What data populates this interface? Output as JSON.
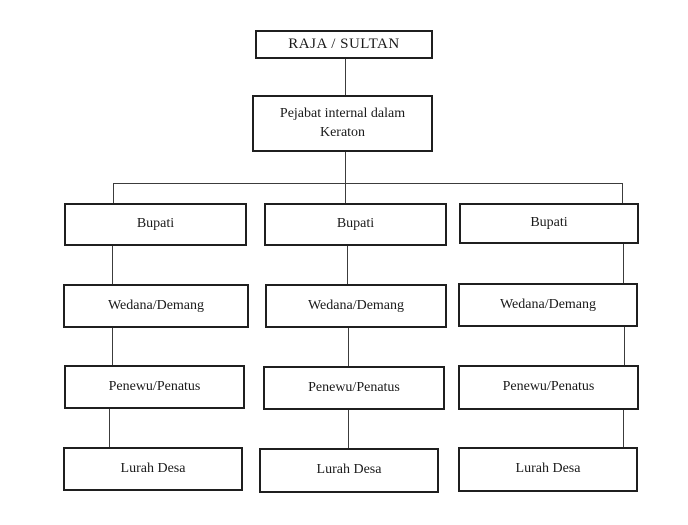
{
  "diagram": {
    "type": "org-chart",
    "root": "RAJA / SULTAN",
    "level2": "Pejabat internal dalam Keraton",
    "columns": [
      [
        "Bupati",
        "Wedana/Demang",
        "Penewu/Penatus",
        "Lurah Desa"
      ],
      [
        "Bupati",
        "Wedana/Demang",
        "Penewu/Penatus",
        "Lurah Desa"
      ],
      [
        "Bupati",
        "Wedana/Demang",
        "Penewu/Penatus",
        "Lurah Desa"
      ]
    ],
    "line_color": "#3c3c3c",
    "box_border_color": "#1f1f1f",
    "background_color": "#ffffff"
  }
}
